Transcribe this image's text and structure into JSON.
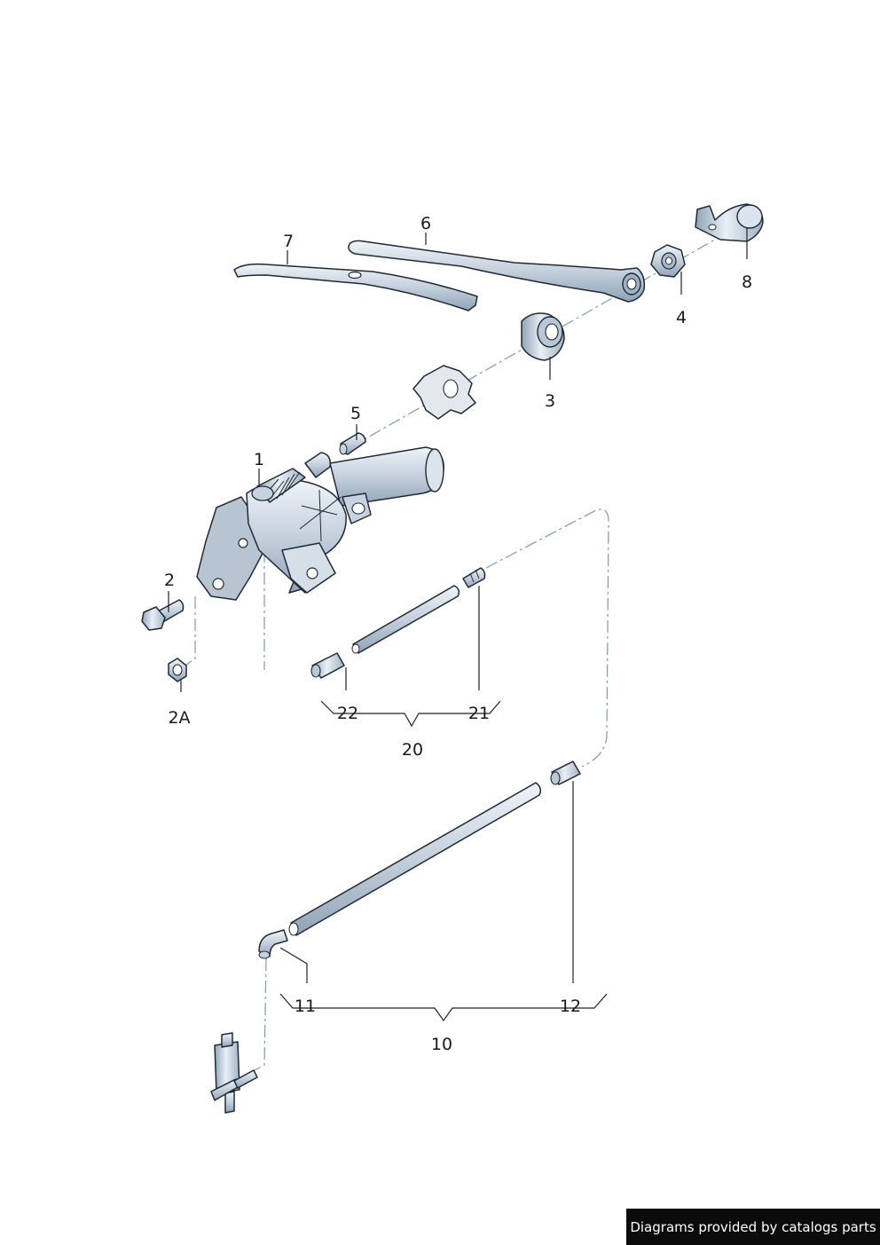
{
  "diagram": {
    "callouts": {
      "p1": "1",
      "p2": "2",
      "p2a": "2A",
      "p3": "3",
      "p4": "4",
      "p5": "5",
      "p6": "6",
      "p7": "7",
      "p8": "8",
      "p10": "10",
      "p11": "11",
      "p12": "12",
      "p20": "20",
      "p21": "21",
      "p22": "22"
    },
    "colors": {
      "part_fill": "#c6d2de",
      "part_light": "#e8eef4",
      "part_shadow": "#8ea2b6",
      "outline": "#1f2a36",
      "axis_line": "#7a9ab6"
    }
  },
  "credit": {
    "text": "Diagrams provided by catalogs parts"
  }
}
